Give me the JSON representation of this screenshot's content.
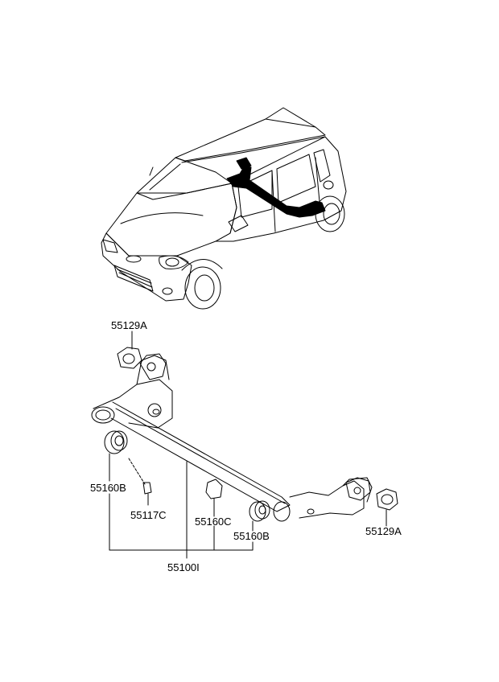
{
  "diagram": {
    "parts": {
      "bracket_cap_upper": "55129A",
      "bracket_cap_lower": "55129A",
      "bushing_left": "55160B",
      "bushing_right": "55160B",
      "bolt": "55117C",
      "bushing_small": "55160C",
      "torsion_axle_assy": "55100I"
    },
    "colors": {
      "line": "#000000",
      "highlight": "#000000",
      "background": "#ffffff"
    }
  }
}
